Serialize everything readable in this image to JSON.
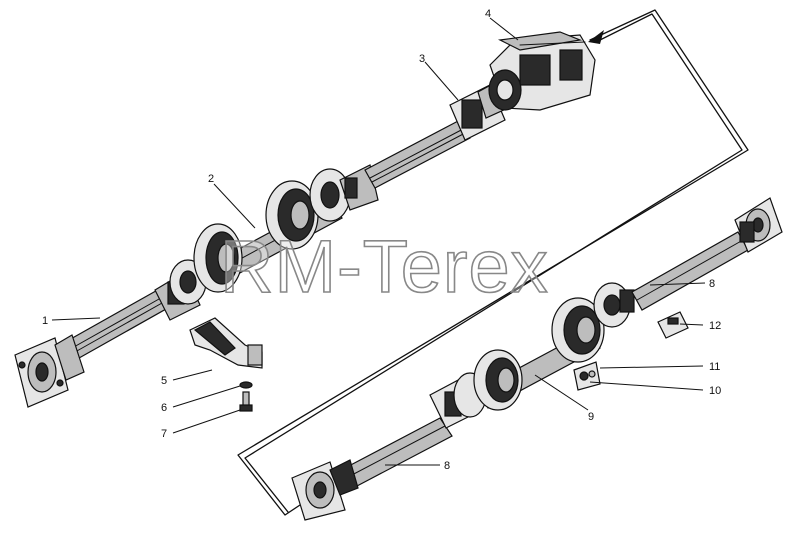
{
  "diagram": {
    "watermark": "RM-Terex",
    "callouts": [
      {
        "id": "c1",
        "label": "1"
      },
      {
        "id": "c2",
        "label": "2"
      },
      {
        "id": "c3",
        "label": "3"
      },
      {
        "id": "c4",
        "label": "4"
      },
      {
        "id": "c5",
        "label": "5"
      },
      {
        "id": "c6",
        "label": "6"
      },
      {
        "id": "c7",
        "label": "7"
      },
      {
        "id": "c8a",
        "label": "8"
      },
      {
        "id": "c8b",
        "label": "8"
      },
      {
        "id": "c9",
        "label": "9"
      },
      {
        "id": "c10",
        "label": "10"
      },
      {
        "id": "c11",
        "label": "11"
      },
      {
        "id": "c12",
        "label": "12"
      }
    ]
  }
}
